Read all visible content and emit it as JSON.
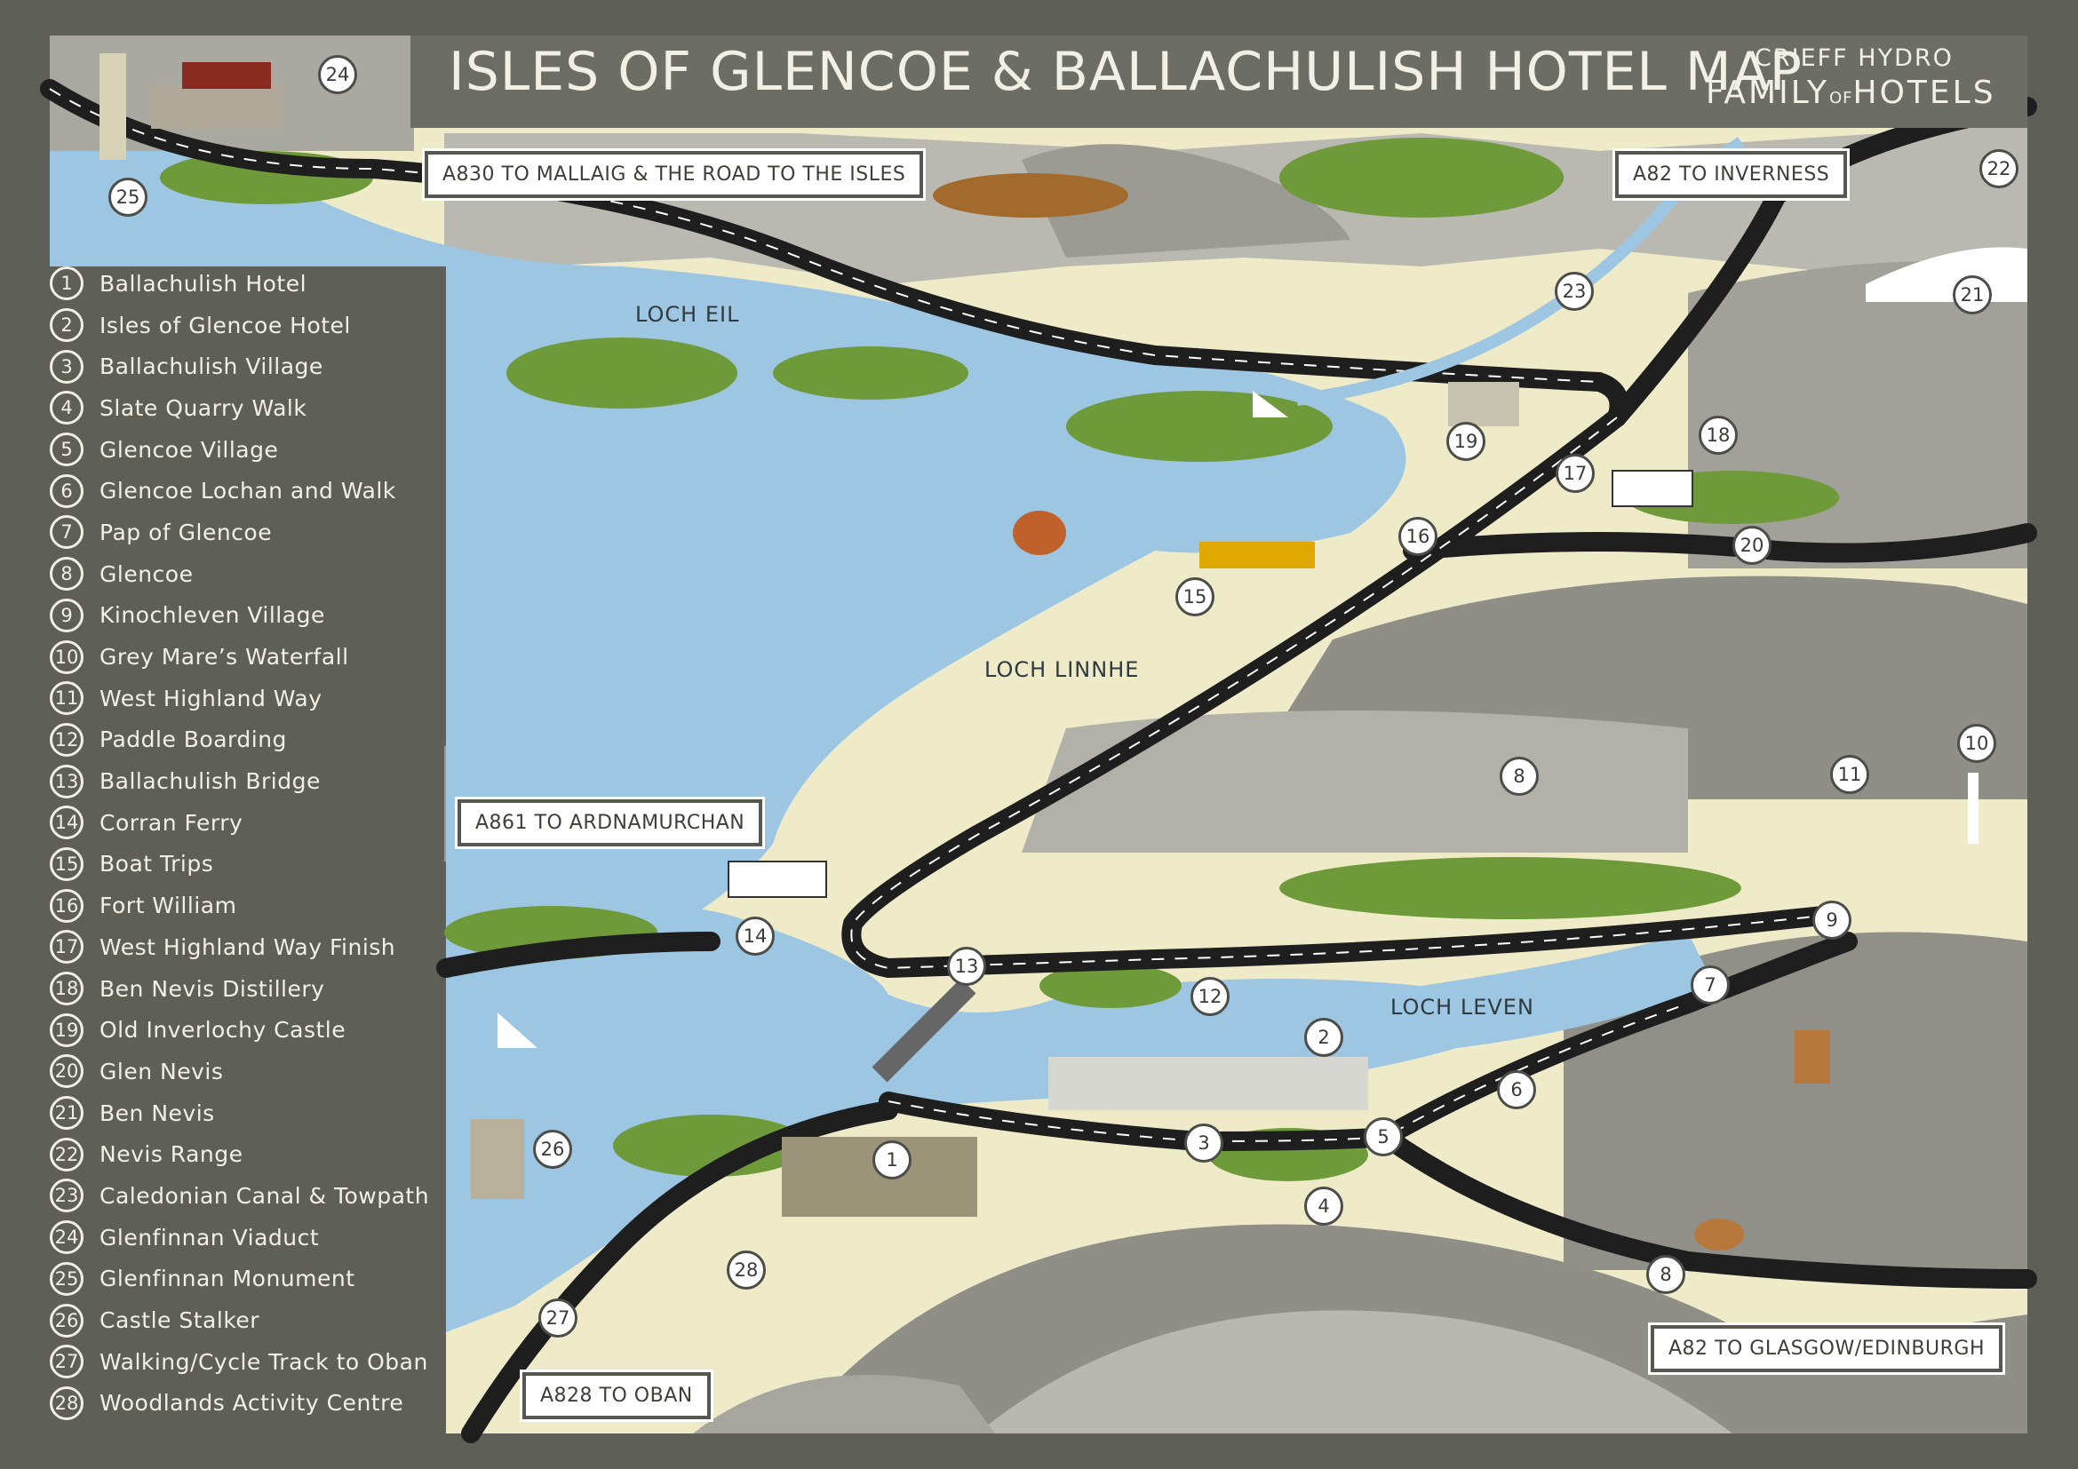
{
  "header": {
    "title": "ISLES OF GLENCOE & BALLACHULISH HOTEL MAP",
    "brand_line1": "CRIEFF HYDRO",
    "brand_line2_a": "FAMILY",
    "brand_line2_of": "OF",
    "brand_line2_b": "HOTELS"
  },
  "legend": [
    {
      "num": "1",
      "label": "Ballachulish Hotel"
    },
    {
      "num": "2",
      "label": "Isles of Glencoe Hotel"
    },
    {
      "num": "3",
      "label": "Ballachulish Village"
    },
    {
      "num": "4",
      "label": "Slate Quarry Walk"
    },
    {
      "num": "5",
      "label": "Glencoe Village"
    },
    {
      "num": "6",
      "label": "Glencoe Lochan and Walk"
    },
    {
      "num": "7",
      "label": "Pap of Glencoe"
    },
    {
      "num": "8",
      "label": "Glencoe"
    },
    {
      "num": "9",
      "label": "Kinochleven Village"
    },
    {
      "num": "10",
      "label": "Grey Mare’s Waterfall"
    },
    {
      "num": "11",
      "label": "West Highland Way"
    },
    {
      "num": "12",
      "label": "Paddle Boarding"
    },
    {
      "num": "13",
      "label": "Ballachulish Bridge"
    },
    {
      "num": "14",
      "label": "Corran Ferry"
    },
    {
      "num": "15",
      "label": "Boat Trips"
    },
    {
      "num": "16",
      "label": "Fort William"
    },
    {
      "num": "17",
      "label": "West Highland Way Finish"
    },
    {
      "num": "18",
      "label": "Ben Nevis Distillery"
    },
    {
      "num": "19",
      "label": "Old Inverlochy Castle"
    },
    {
      "num": "20",
      "label": "Glen Nevis"
    },
    {
      "num": "21",
      "label": "Ben Nevis"
    },
    {
      "num": "22",
      "label": "Nevis Range"
    },
    {
      "num": "23",
      "label": "Caledonian Canal & Towpath"
    },
    {
      "num": "24",
      "label": "Glenfinnan Viaduct"
    },
    {
      "num": "25",
      "label": "Glenfinnan Monument"
    },
    {
      "num": "26",
      "label": "Castle Stalker"
    },
    {
      "num": "27",
      "label": "Walking/Cycle Track to Oban"
    },
    {
      "num": "28",
      "label": "Woodlands Activity Centre"
    }
  ],
  "road_signs": {
    "a830": "A830 TO MALLAIG & THE ROAD TO THE ISLES",
    "a82_north": "A82 TO INVERNESS",
    "a861": "A861 TO ARDNAMURCHAN",
    "a828": "A828 TO OBAN",
    "a82_south": "A82 TO GLASGOW/EDINBURGH"
  },
  "water_labels": {
    "loch_eil": "LOCH EIL",
    "loch_linnhe": "LOCH LINNHE",
    "loch_leven": "LOCH LEVEN"
  },
  "map_markers": [
    "1",
    "2",
    "3",
    "4",
    "5",
    "6",
    "7",
    "8",
    "8",
    "9",
    "10",
    "11",
    "12",
    "13",
    "14",
    "15",
    "16",
    "17",
    "18",
    "19",
    "20",
    "21",
    "22",
    "23",
    "24",
    "25",
    "26",
    "27",
    "28"
  ],
  "colors": {
    "frame": "#5e6058",
    "water": "#9dc6e2",
    "land": "#efebc9",
    "road": "#1e1e1e",
    "mountain_dark": "#8e8e88",
    "mountain_light": "#bdbdb6",
    "trees": "#6f9a3a"
  }
}
